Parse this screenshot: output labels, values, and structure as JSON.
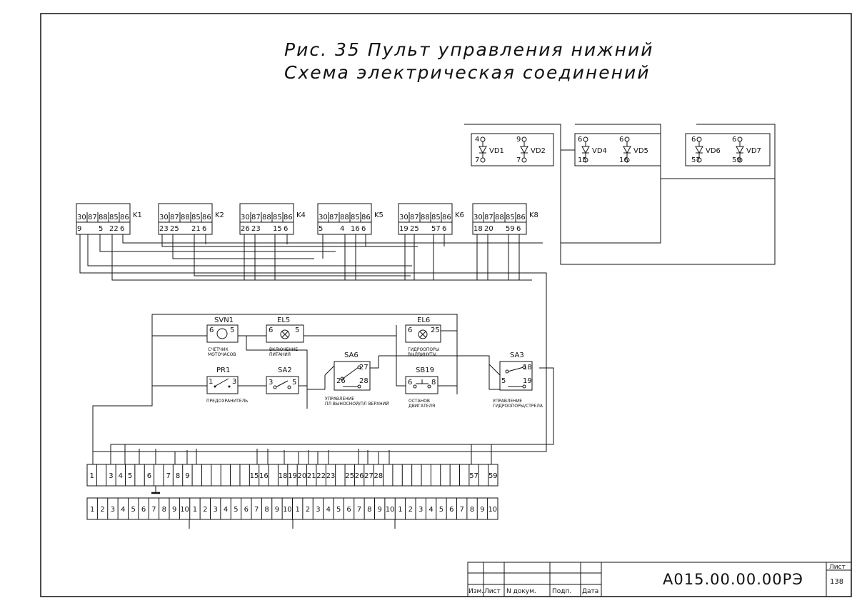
{
  "title": {
    "line1": "Рис. 35 Пульт управления нижний",
    "line2": "Схема электрическая соединений"
  },
  "relays": [
    {
      "name": "K1",
      "top": [
        "30",
        "87",
        "88",
        "85",
        "86"
      ],
      "bottom": [
        "9",
        "",
        "5",
        "22",
        "6"
      ]
    },
    {
      "name": "K2",
      "top": [
        "30",
        "87",
        "88",
        "85",
        "86"
      ],
      "bottom": [
        "23",
        "25",
        "",
        "21",
        "6"
      ]
    },
    {
      "name": "K4",
      "top": [
        "30",
        "87",
        "88",
        "85",
        "86"
      ],
      "bottom": [
        "26",
        "23",
        "",
        "15",
        "6"
      ]
    },
    {
      "name": "K5",
      "top": [
        "30",
        "87",
        "88",
        "85",
        "86"
      ],
      "bottom": [
        "5",
        "",
        "4",
        "16",
        "6"
      ]
    },
    {
      "name": "K6",
      "top": [
        "30",
        "87",
        "88",
        "85",
        "86"
      ],
      "bottom": [
        "19",
        "25",
        "",
        "57",
        "6"
      ]
    },
    {
      "name": "K8",
      "top": [
        "30",
        "87",
        "88",
        "85",
        "86"
      ],
      "bottom": [
        "18",
        "20",
        "",
        "59",
        "6"
      ]
    }
  ],
  "diodes": [
    {
      "name": "VD1",
      "top": "4",
      "bottom": "7"
    },
    {
      "name": "VD2",
      "top": "9",
      "bottom": "7"
    },
    {
      "name": "VD4",
      "top": "6",
      "bottom": "15"
    },
    {
      "name": "VD5",
      "top": "6",
      "bottom": "16"
    },
    {
      "name": "VD6",
      "top": "6",
      "bottom": "57"
    },
    {
      "name": "VD7",
      "top": "6",
      "bottom": "59"
    }
  ],
  "components": {
    "svn1": {
      "name": "SVN1",
      "left": "6",
      "right": "5",
      "caption1": "СЧЕТЧИК",
      "caption2": "МОТОЧАСОВ"
    },
    "el5": {
      "name": "EL5",
      "left": "6",
      "right": "5",
      "caption1": "ВКЛЮЧЕНИЕ",
      "caption2": "ПИТАНИЯ"
    },
    "el6": {
      "name": "EL6",
      "left": "6",
      "right": "25",
      "caption1": "ГИДРООПОРЫ",
      "caption2": "ВЫДВИНУТЫ"
    },
    "pr1": {
      "name": "PR1",
      "left": "1",
      "right": "3",
      "caption1": "ПРЕДОХРАНИТЕЛЬ",
      "caption2": ""
    },
    "sa2": {
      "name": "SA2",
      "left": "3",
      "right": "5",
      "caption1": "",
      "caption2": ""
    },
    "sa6": {
      "name": "SA6",
      "p1": "27",
      "p2": "26",
      "p3": "28",
      "caption1": "УПРАВЛЕНИЕ",
      "caption2": "ПЛ ВЫНОСНОЙ/ПЛ ВЕРХНИЙ"
    },
    "sb19": {
      "name": "SB19",
      "left": "6",
      "right": "8",
      "caption1": "ОСТАНОВ",
      "caption2": "ДВИГАТЕЛЯ"
    },
    "sa3": {
      "name": "SA3",
      "p1": "18",
      "p2": "5",
      "p3": "19",
      "caption1": "УПРАВЛЕНИЕ",
      "caption2": "ГИДРООПОРЫ/СТРЕЛА"
    }
  },
  "terminal_strip_upper": [
    "1",
    "",
    "3",
    "4",
    "5",
    "",
    "6",
    "",
    "7",
    "8",
    "9",
    "",
    "",
    "",
    "",
    "",
    "",
    "15",
    "16",
    "",
    "18",
    "19",
    "20",
    "21",
    "22",
    "23",
    "",
    "25",
    "26",
    "27",
    "28",
    "",
    "",
    "",
    "",
    "",
    "",
    "",
    "",
    "",
    "57",
    "",
    "59"
  ],
  "terminal_strip_lower": [
    "1",
    "2",
    "3",
    "4",
    "5",
    "6",
    "7",
    "8",
    "9",
    "10",
    "1",
    "2",
    "3",
    "4",
    "5",
    "6",
    "7",
    "8",
    "9",
    "10",
    "1",
    "2",
    "3",
    "4",
    "5",
    "6",
    "7",
    "8",
    "9",
    "10",
    "1",
    "2",
    "3",
    "4",
    "5",
    "6",
    "7",
    "8",
    "9",
    "10"
  ],
  "title_block": {
    "headers": [
      "Изм.",
      "Лист",
      "N докум.",
      "Подп.",
      "Дата"
    ],
    "document_code": "А015.00.00.00РЭ",
    "sheet_label": "Лист",
    "sheet_number": "138"
  }
}
